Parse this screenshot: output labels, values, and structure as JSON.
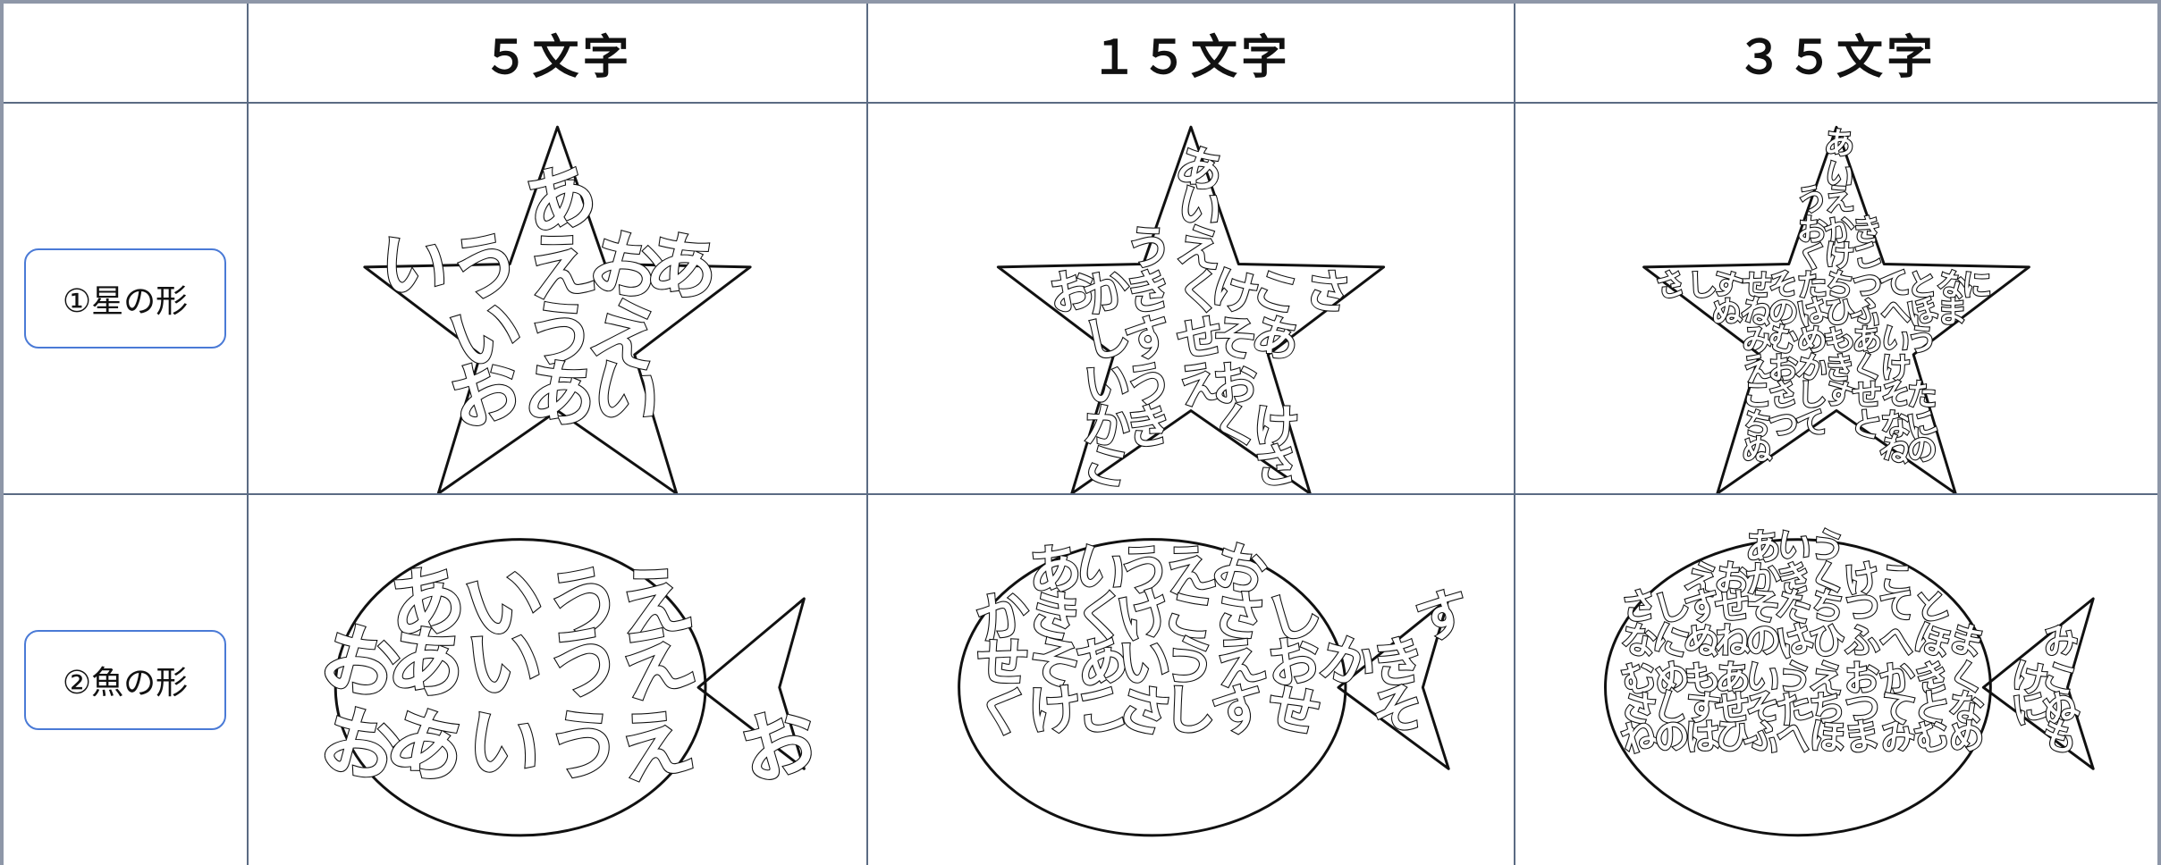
{
  "table": {
    "columns": [
      "",
      "５文字",
      "１５文字",
      "３５文字"
    ],
    "rows": [
      {
        "label": "①星の形"
      },
      {
        "label": "②魚の形"
      }
    ]
  },
  "glyphs": {
    "star_5": [
      "あ",
      "い",
      "う",
      "え",
      "お"
    ],
    "star_15": [
      "あ",
      "い",
      "う",
      "え",
      "お",
      "か",
      "き",
      "く",
      "け",
      "こ",
      "さ",
      "し",
      "す",
      "せ",
      "そ"
    ],
    "star_35": [
      "あ",
      "い",
      "う",
      "え",
      "お",
      "か",
      "き",
      "く",
      "け",
      "こ",
      "さ",
      "し",
      "す",
      "せ",
      "そ",
      "た",
      "ち",
      "つ",
      "て",
      "と",
      "な",
      "に",
      "ぬ",
      "ね",
      "の",
      "は",
      "ひ",
      "ふ",
      "へ",
      "ほ",
      "ま",
      "み",
      "む",
      "め",
      "も"
    ],
    "fish_5": [
      "あ",
      "い",
      "う",
      "え",
      "お"
    ],
    "fish_15": [
      "あ",
      "い",
      "う",
      "え",
      "お",
      "か",
      "き",
      "く",
      "け",
      "こ",
      "さ",
      "し",
      "す",
      "せ",
      "そ"
    ],
    "fish_35": [
      "あ",
      "い",
      "う",
      "え",
      "お",
      "か",
      "き",
      "く",
      "け",
      "こ",
      "さ",
      "し",
      "す",
      "せ",
      "そ",
      "た",
      "ち",
      "つ",
      "て",
      "と",
      "な",
      "に",
      "ぬ",
      "ね",
      "の",
      "は",
      "ひ",
      "ふ",
      "へ",
      "ほ",
      "ま",
      "み",
      "む",
      "め",
      "も"
    ]
  }
}
